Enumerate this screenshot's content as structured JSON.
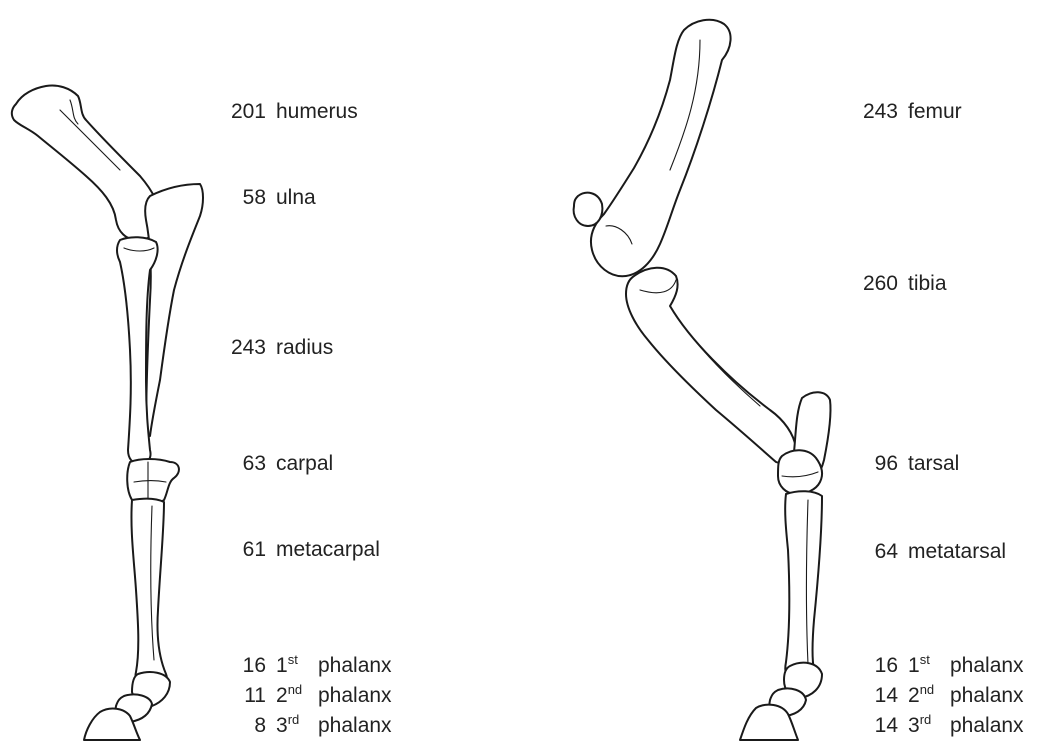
{
  "forelimb": {
    "bones": [
      {
        "count": "201",
        "name": "humerus"
      },
      {
        "count": "58",
        "name": "ulna"
      },
      {
        "count": "243",
        "name": "radius"
      },
      {
        "count": "63",
        "name": "carpal"
      },
      {
        "count": "61",
        "name": "metacarpal"
      }
    ],
    "phalanges": [
      {
        "count": "16",
        "ord_num": "1",
        "ord_suffix": "st",
        "name": "phalanx"
      },
      {
        "count": "11",
        "ord_num": "2",
        "ord_suffix": "nd",
        "name": "phalanx"
      },
      {
        "count": "8",
        "ord_num": "3",
        "ord_suffix": "rd",
        "name": "phalanx"
      }
    ]
  },
  "hindlimb": {
    "bones": [
      {
        "count": "243",
        "name": "femur"
      },
      {
        "count": "260",
        "name": "tibia"
      },
      {
        "count": "96",
        "name": "tarsal"
      },
      {
        "count": "64",
        "name": "metatarsal"
      }
    ],
    "phalanges": [
      {
        "count": "16",
        "ord_num": "1",
        "ord_suffix": "st",
        "name": "phalanx"
      },
      {
        "count": "14",
        "ord_num": "2",
        "ord_suffix": "nd",
        "name": "phalanx"
      },
      {
        "count": "14",
        "ord_num": "3",
        "ord_suffix": "rd",
        "name": "phalanx"
      }
    ]
  }
}
